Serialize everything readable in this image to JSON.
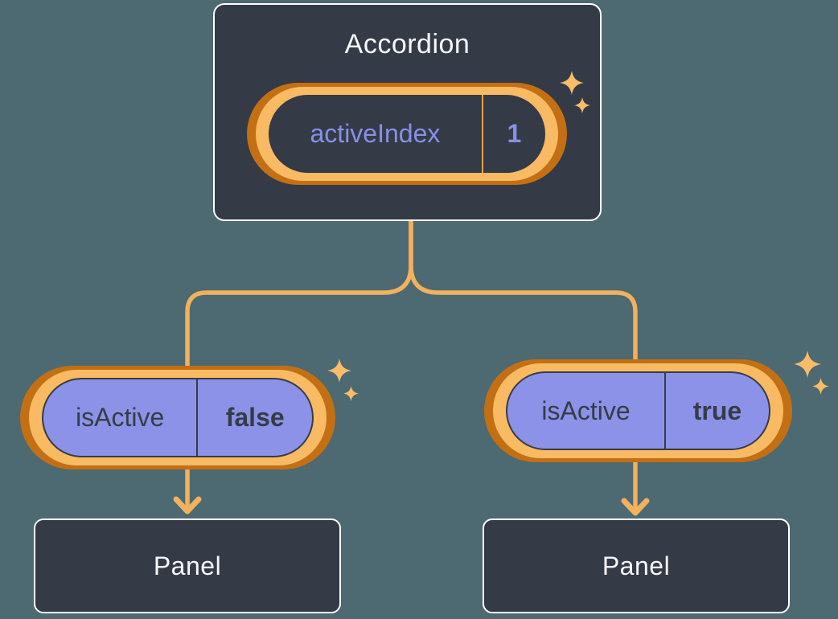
{
  "colors": {
    "bg": "#4d6971",
    "box": "#343a46",
    "box-border": "#ffffff",
    "title": "#f7f8fa",
    "orange-dark": "#c36f14",
    "amber": "#f8ba62",
    "line": "#f2b15c",
    "sparkle": "#f8bd68",
    "purple": "#8b92e8",
    "periwinkle": "#8790e7",
    "ink": "#363c46",
    "sep-amber": "#e0a54e"
  },
  "accordion": {
    "title": "Accordion",
    "state": {
      "label": "activeIndex",
      "value": "1"
    }
  },
  "children": [
    {
      "prop": {
        "label": "isActive",
        "value": "false"
      },
      "panel": {
        "title": "Panel"
      }
    },
    {
      "prop": {
        "label": "isActive",
        "value": "true"
      },
      "panel": {
        "title": "Panel"
      }
    }
  ]
}
